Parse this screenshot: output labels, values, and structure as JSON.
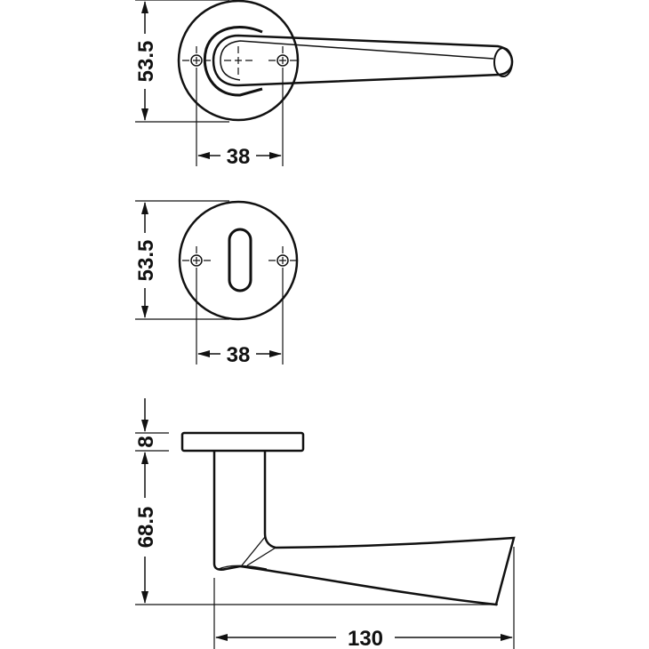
{
  "top_view": {
    "height_dim": "53.5",
    "hole_spacing_dim": "38"
  },
  "escutcheon_view": {
    "height_dim": "53.5",
    "hole_spacing_dim": "38"
  },
  "side_view": {
    "rose_thickness_dim": "8",
    "projection_dim": "68.5",
    "lever_length_dim": "130"
  },
  "colors": {
    "line": "#111111",
    "background": "#ffffff"
  }
}
